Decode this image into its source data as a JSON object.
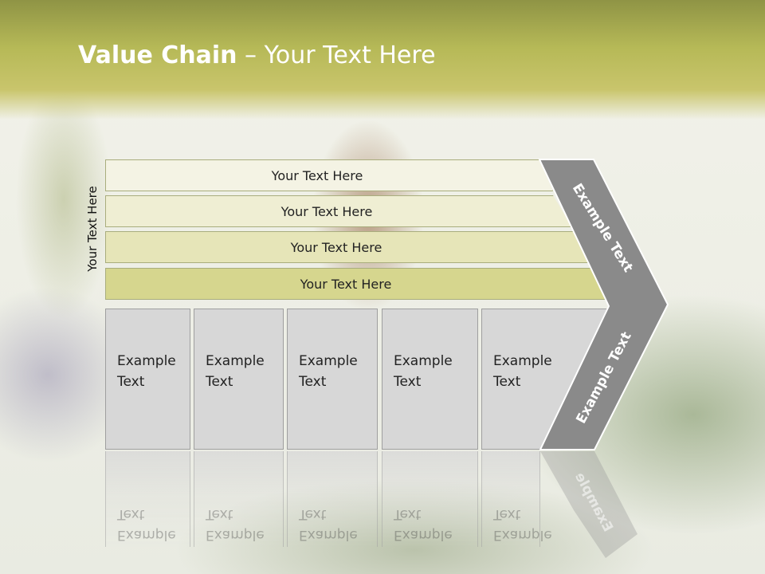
{
  "title": {
    "bold": "Value Chain",
    "rest": " – Your Text Here"
  },
  "side_label": "Your Text Here",
  "rows": [
    {
      "label": "Your Text Here"
    },
    {
      "label": "Your Text Here"
    },
    {
      "label": "Your Text Here"
    },
    {
      "label": "Your Text Here"
    }
  ],
  "boxes": [
    {
      "line1": "Example",
      "line2": "Text"
    },
    {
      "line1": "Example",
      "line2": "Text"
    },
    {
      "line1": "Example",
      "line2": "Text"
    },
    {
      "line1": "Example",
      "line2": "Text"
    },
    {
      "line1": "Example",
      "line2": "Text"
    }
  ],
  "chevron": {
    "upper_label": "Example Text",
    "lower_label": "Example Text",
    "reflected_label": "Example"
  },
  "colors": {
    "chevron": "#8a8a8a",
    "title_band": "#b6b957",
    "box": "#d7d7d7"
  }
}
